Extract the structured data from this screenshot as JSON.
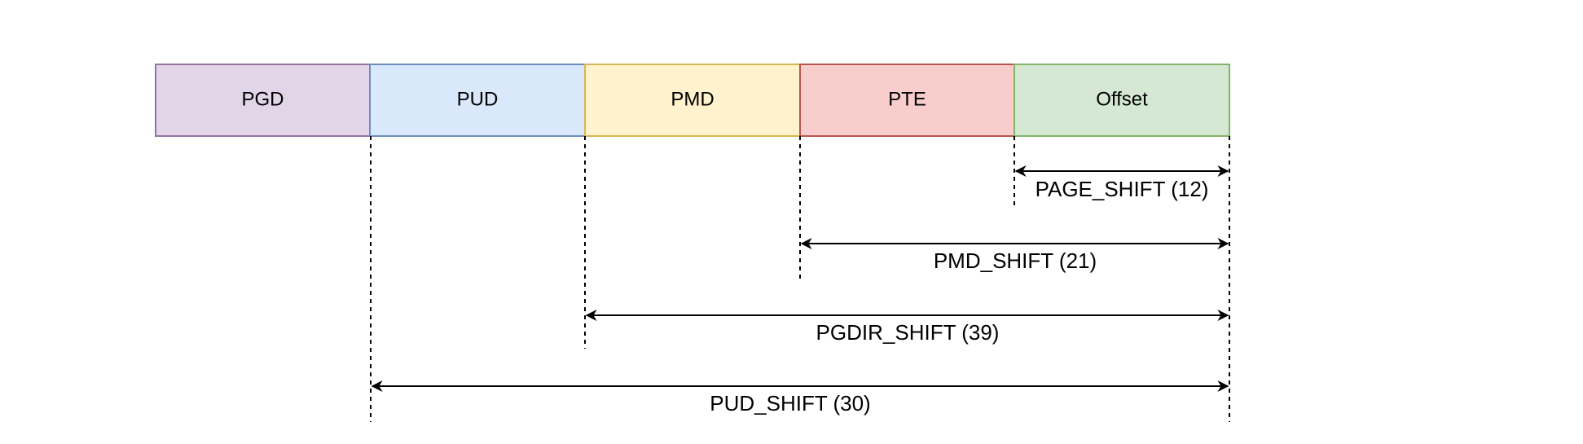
{
  "segments": [
    {
      "label": "PGD",
      "fill": "#e1d5e7",
      "stroke": "#9673a6"
    },
    {
      "label": "PUD",
      "fill": "#dae8fc",
      "stroke": "#6c8ebf"
    },
    {
      "label": "PMD",
      "fill": "#fff2cc",
      "stroke": "#d6b656"
    },
    {
      "label": "PTE",
      "fill": "#f8cecc",
      "stroke": "#b85450"
    },
    {
      "label": "Offset",
      "fill": "#d5e8d4",
      "stroke": "#82b366"
    }
  ],
  "shifts": [
    {
      "label": "PAGE_SHIFT (12)",
      "from_boundary": 4
    },
    {
      "label": "PMD_SHIFT (21)",
      "from_boundary": 3
    },
    {
      "label": "PGDIR_SHIFT (39)",
      "from_boundary": 2
    },
    {
      "label": "PUD_SHIFT (30)",
      "from_boundary": 1
    }
  ],
  "colors": {
    "line": "#000000"
  }
}
